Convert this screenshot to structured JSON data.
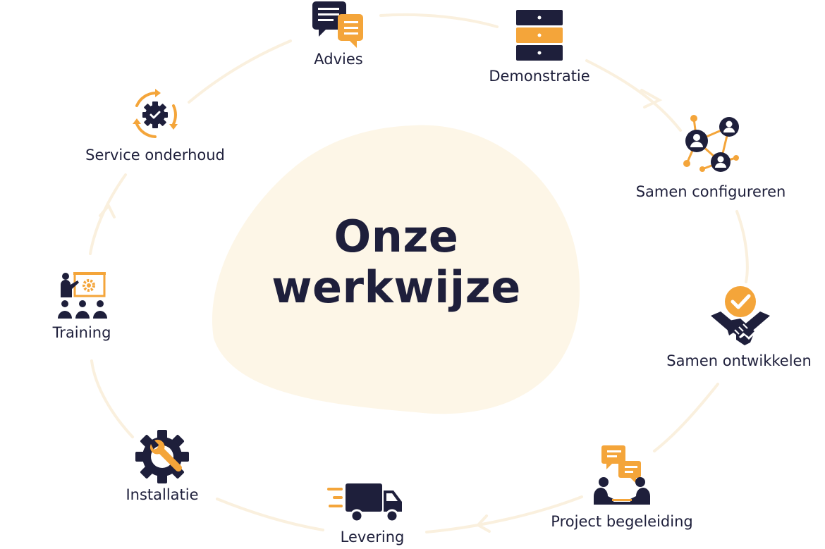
{
  "title_line1": "Onze",
  "title_line2": "werkwijze",
  "colors": {
    "navy": "#1e1f3b",
    "orange": "#f4a53a",
    "blob": "#fdf6e7",
    "ring": "#faf0de"
  },
  "steps": [
    {
      "id": "advies",
      "label": "Advies",
      "icon": "chat-bubbles-icon"
    },
    {
      "id": "demonstratie",
      "label": "Demonstratie",
      "icon": "cabinet-icon"
    },
    {
      "id": "samen-configureren",
      "label": "Samen configureren",
      "icon": "network-users-icon"
    },
    {
      "id": "samen-ontwikkelen",
      "label": "Samen ontwikkelen",
      "icon": "handshake-check-icon"
    },
    {
      "id": "project-begeleiding",
      "label": "Project begeleiding",
      "icon": "meeting-icon"
    },
    {
      "id": "levering",
      "label": "Levering",
      "icon": "truck-icon"
    },
    {
      "id": "installatie",
      "label": "Installatie",
      "icon": "gear-wrench-icon"
    },
    {
      "id": "training",
      "label": "Training",
      "icon": "presentation-icon"
    },
    {
      "id": "service-onderhoud",
      "label": "Service onderhoud",
      "icon": "gear-cycle-icon"
    }
  ]
}
